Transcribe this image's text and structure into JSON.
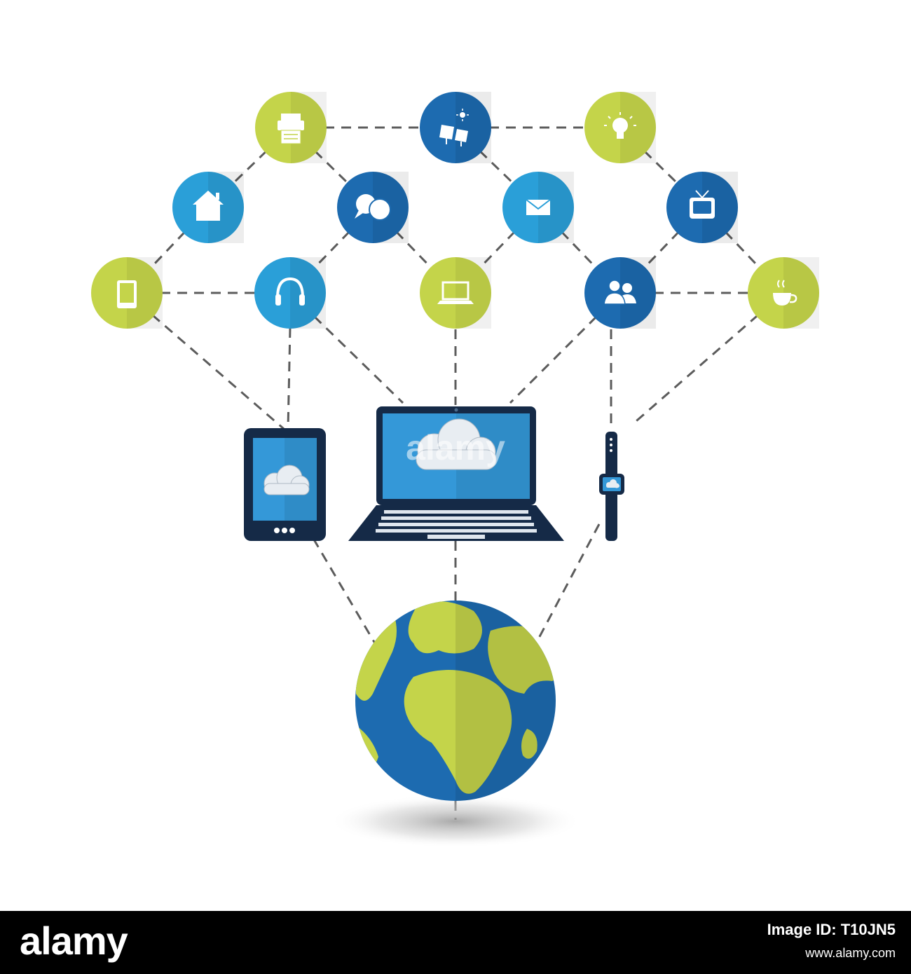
{
  "colors": {
    "blue": "#1d6bb0",
    "light_blue": "#2a9fd8",
    "green": "#c4d44a",
    "dark_navy": "#152a47",
    "screen_blue": "#3498d8",
    "dash": "#5c5c5c",
    "footer_bg": "#000000"
  },
  "network_nodes": [
    {
      "icon": "printer-icon",
      "color": "green"
    },
    {
      "icon": "solar-panel-icon",
      "color": "blue"
    },
    {
      "icon": "light-bulb-icon",
      "color": "green"
    },
    {
      "icon": "home-icon",
      "color": "light_blue"
    },
    {
      "icon": "chat-bubbles-icon",
      "color": "blue"
    },
    {
      "icon": "envelope-icon",
      "color": "light_blue"
    },
    {
      "icon": "tv-icon",
      "color": "blue"
    },
    {
      "icon": "tablet-icon",
      "color": "green"
    },
    {
      "icon": "headphones-icon",
      "color": "light_blue"
    },
    {
      "icon": "laptop-icon",
      "color": "green"
    },
    {
      "icon": "users-icon",
      "color": "blue"
    },
    {
      "icon": "coffee-cup-icon",
      "color": "green"
    }
  ],
  "devices": {
    "tablet": "tablet-device",
    "laptop": "laptop-device",
    "watch": "smartwatch-device"
  },
  "globe_icon": "earth-globe-icon",
  "watermark": "alamy",
  "footer": {
    "brand": "alamy",
    "image_id": "Image ID: T10JN5",
    "site": "www.alamy.com"
  }
}
